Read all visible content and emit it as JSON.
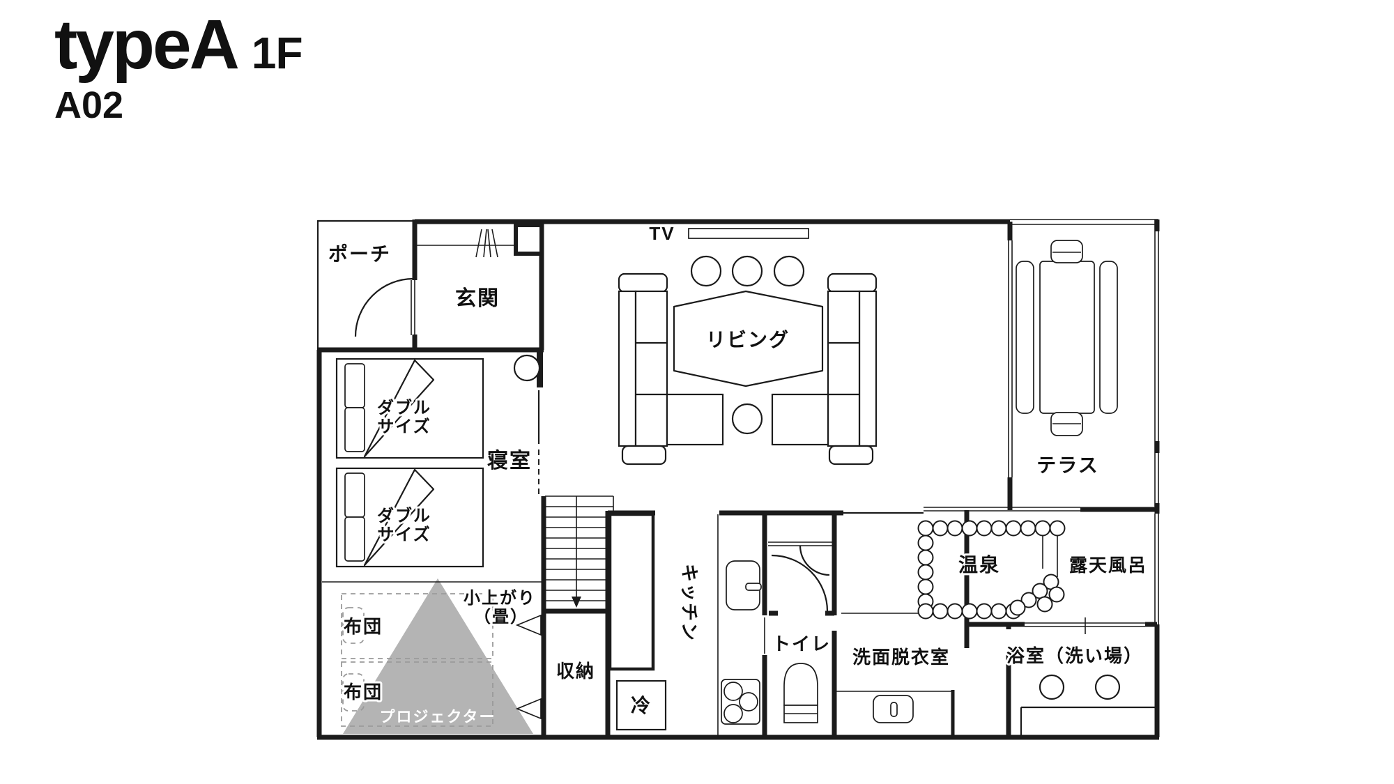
{
  "header": {
    "title": "typeA",
    "floor": "1F",
    "unit": "A02"
  },
  "rooms": {
    "porch": "ポーチ",
    "entrance": "玄関",
    "living": "リビング",
    "terrace": "テラス",
    "bedroom": "寝室",
    "tatami_line1": "小上がり",
    "tatami_line2": "（畳）",
    "storage": "収納",
    "kitchen": "キッチン",
    "toilet": "トイレ",
    "washroom": "洗面脱衣室",
    "onsen": "温泉",
    "open_air_bath": "露天風呂",
    "bathroom": "浴室（洗い場）"
  },
  "furniture": {
    "tv": "TV",
    "double_bed_line1": "ダブル",
    "double_bed_line2": "サイズ",
    "futon": "布団",
    "projector": "プロジェクター",
    "fridge": "冷"
  },
  "colors": {
    "wall": "#1b1b1b",
    "projector_beam": "#b4b4b4",
    "futon_dash": "#9a9a9a",
    "background": "#ffffff"
  }
}
